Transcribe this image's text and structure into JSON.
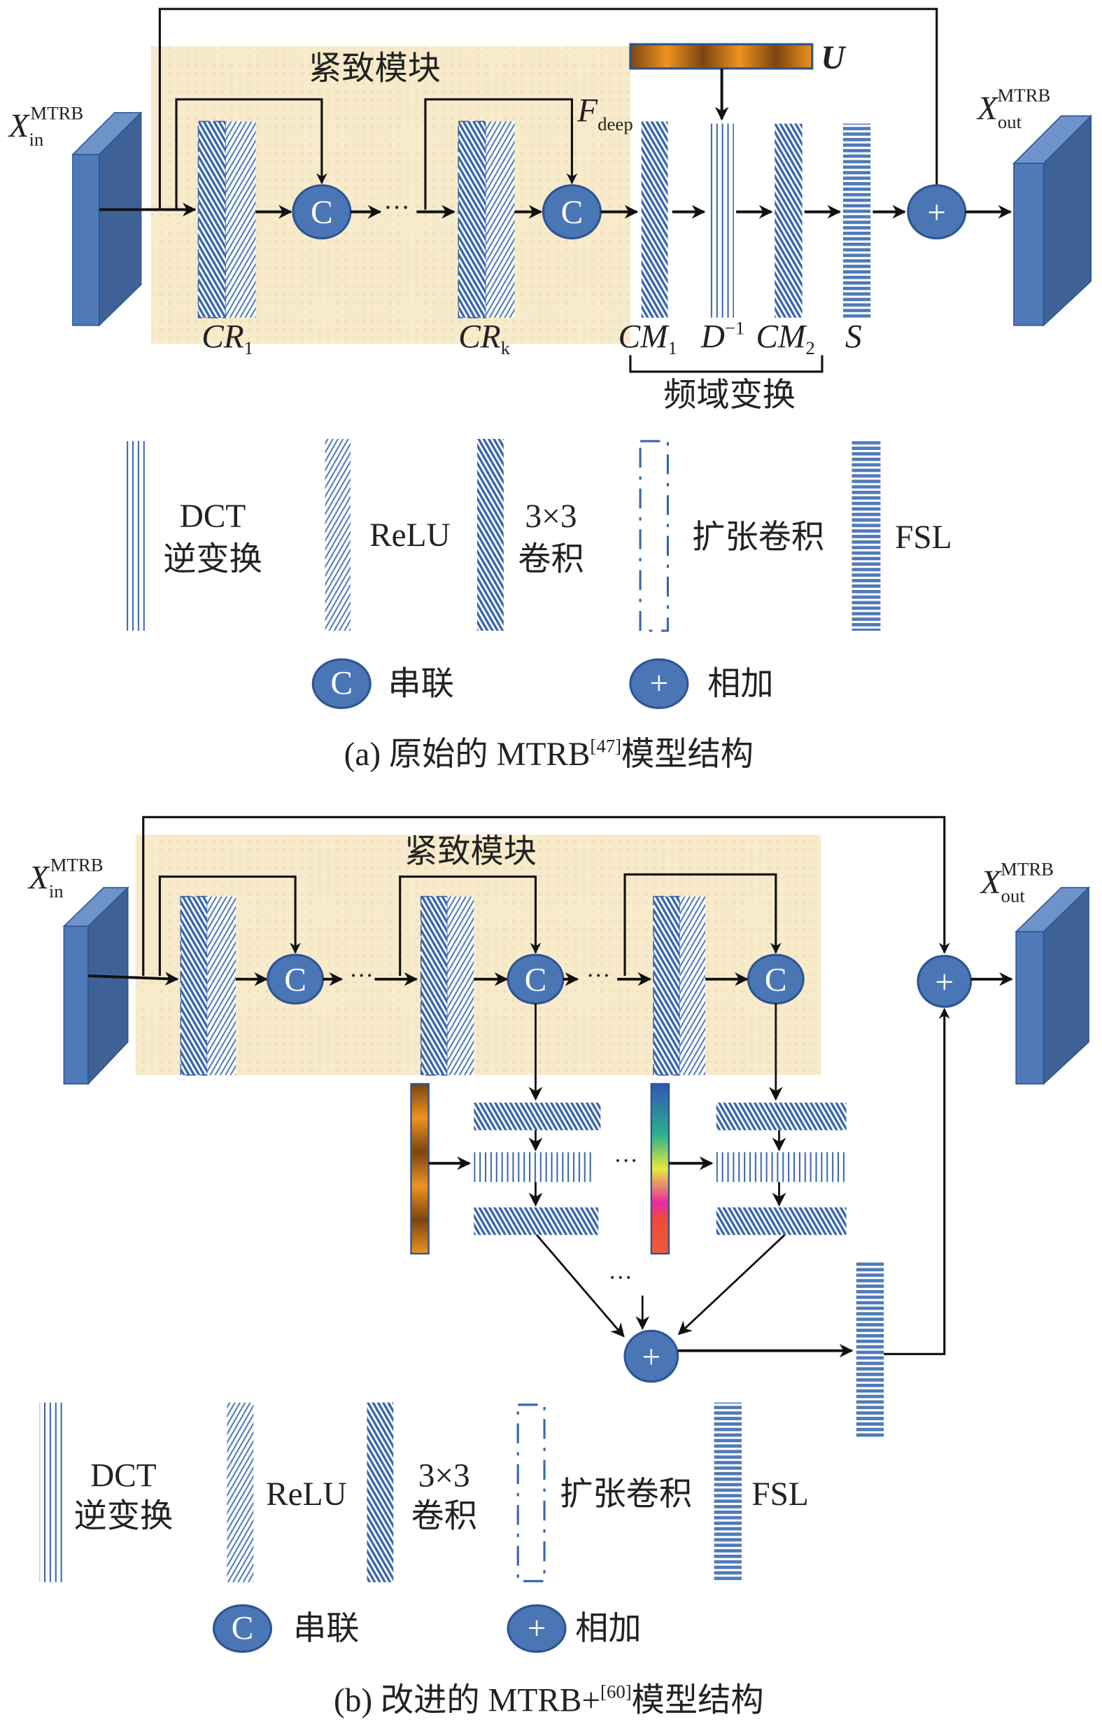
{
  "figure_a": {
    "compact_module": "紧致模块",
    "x_in": {
      "base": "X",
      "sub": "in",
      "sup": "MTRB"
    },
    "x_out": {
      "base": "X",
      "sub": "out",
      "sup": "MTRB"
    },
    "u_label": "U",
    "f_deep": {
      "base": "F",
      "sub": "deep"
    },
    "cr1": {
      "base": "CR",
      "sub": "1"
    },
    "crk": {
      "base": "CR",
      "sub": "k"
    },
    "cm1": {
      "base": "CM",
      "sub": "1"
    },
    "d_inv": {
      "base": "D",
      "sup": "−1"
    },
    "cm2": {
      "base": "CM",
      "sub": "2"
    },
    "s_label": "S",
    "ellipsis": "···",
    "freq_transform": "频域变换",
    "caption": {
      "prefix": "(a)  原始的 MTRB",
      "ref": "[47]",
      "suffix": "模型结构"
    }
  },
  "figure_b": {
    "compact_module": "紧致模块",
    "x_in": {
      "base": "X",
      "sub": "in",
      "sup": "MTRB"
    },
    "x_out": {
      "base": "X",
      "sub": "out",
      "sup": "MTRB"
    },
    "ellipsis": "···",
    "caption": {
      "prefix": "(b)  改进的 MTRB+",
      "ref": "[60]",
      "suffix": "模型结构"
    }
  },
  "legend": {
    "dct_line1": "DCT",
    "dct_line2": "逆变换",
    "relu": "ReLU",
    "conv_line1": "3×3",
    "conv_line2": "卷积",
    "dilated_conv": "扩张卷积",
    "fsl": "FSL",
    "concat_symbol": "C",
    "concat": "串联",
    "add_symbol": "+",
    "add": "相加"
  },
  "colors": {
    "block_blue": "#4f7ab8",
    "circle_blue": "#4a76b6",
    "stripe_blue": "#3a67ad",
    "module_background": "#f7ebcc",
    "u_orange": "#e8861f"
  }
}
